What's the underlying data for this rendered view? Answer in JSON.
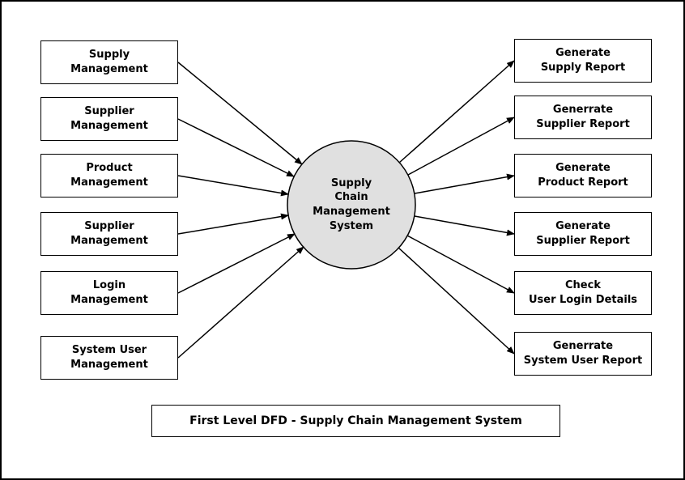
{
  "diagram": {
    "caption": "First Level DFD - Supply Chain Management System",
    "center_process": {
      "label": "Supply\nChain\nManagement\nSystem"
    },
    "left_nodes": [
      {
        "label": "Supply\nManagement"
      },
      {
        "label": "Supplier\nManagement"
      },
      {
        "label": "Product\nManagement"
      },
      {
        "label": "Supplier\nManagement"
      },
      {
        "label": "Login\nManagement"
      },
      {
        "label": "System User\nManagement"
      }
    ],
    "right_nodes": [
      {
        "label": "Generate\nSupply Report"
      },
      {
        "label": "Generrate\nSupplier Report"
      },
      {
        "label": "Generate\nProduct Report"
      },
      {
        "label": "Generate\nSupplier Report"
      },
      {
        "label": "Check\nUser Login Details"
      },
      {
        "label": "Generrate\nSystem User Report"
      }
    ]
  },
  "colors": {
    "circle_fill": "#e0e0e0",
    "stroke": "#000000"
  }
}
